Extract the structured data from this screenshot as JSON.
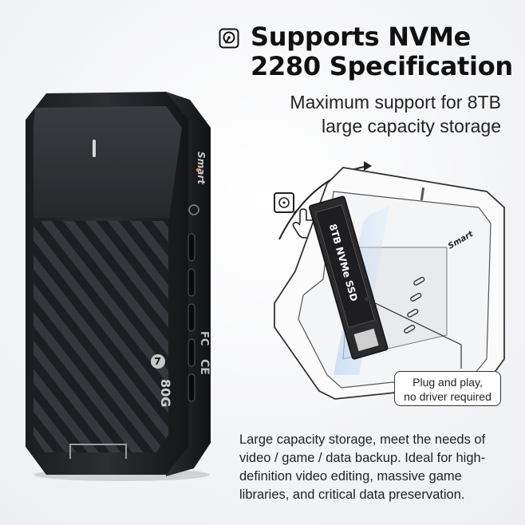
{
  "headline": {
    "icon": "hard-drive-icon",
    "line1": "Supports NVMe",
    "line2": "2280 Specification"
  },
  "subhead": {
    "line1": "Maximum support for 8TB",
    "line2": "large capacity storage"
  },
  "enclosure": {
    "brand_text": "Smart",
    "side_label": "80G",
    "cert_marks": [
      "CE",
      "FC"
    ]
  },
  "diagram": {
    "ssd_label": "8TB NVMe SSD",
    "brand_text": "Smart",
    "icons": [
      "ssd-icon",
      "hand-pointer-icon",
      "arrow-icon"
    ]
  },
  "callout": {
    "line1": "Plug and play,",
    "line2": "no driver required"
  },
  "description": "Large capacity storage, meet the needs of video / game / data backup. Ideal for high-definition video editing, massive game libraries, and critical data preservation."
}
